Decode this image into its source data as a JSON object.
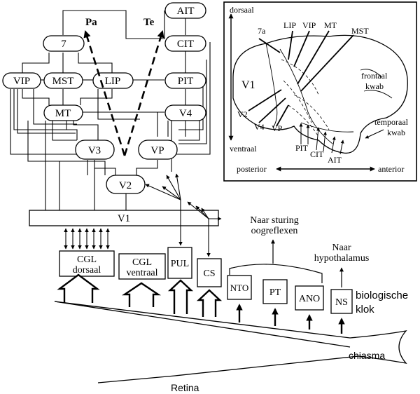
{
  "areas": {
    "ait": "AIT",
    "cit": "CIT",
    "pit": "PIT",
    "v4": "V4",
    "seven": "7",
    "vip": "VIP",
    "mst": "MST",
    "lip": "LIP",
    "mt": "MT",
    "v3": "V3",
    "vp": "VP",
    "v2": "V2",
    "v1": "V1"
  },
  "streams": {
    "pa": "Pa",
    "te": "Te"
  },
  "nuclei": {
    "cgl_dorsaal_1": "CGL",
    "cgl_dorsaal_2": "dorsaal",
    "cgl_ventraal_1": "CGL",
    "cgl_ventraal_2": "ventraal",
    "pul": "PUL",
    "cs": "CS",
    "nto": "NTO",
    "pt": "PT",
    "ano": "ANO",
    "ns": "NS"
  },
  "targets": {
    "sturing_1": "Naar sturing",
    "sturing_2": "oogreflexen",
    "hypo_1": "Naar",
    "hypo_2": "hypothalamus",
    "klok_1": "biologische",
    "klok_2": "klok"
  },
  "anatomy": {
    "chiasma": "chiasma",
    "retina": "Retina"
  },
  "inset": {
    "dorsaal": "dorsaal",
    "ventraal": "ventraal",
    "posterior": "posterior",
    "anterior": "anterior",
    "v1": "V1",
    "a7": "7a",
    "lip": "LIP",
    "vip": "VIP",
    "mt": "MT",
    "mst": "MST",
    "frontaal_1": "frontaal",
    "frontaal_2": "kwab",
    "temporaal_1": "temporaal",
    "temporaal_2": "kwab",
    "v2": "V2",
    "v4": "V4",
    "vp": "VP",
    "pit": "PIT",
    "cit": "CIT",
    "ait": "AIT"
  }
}
